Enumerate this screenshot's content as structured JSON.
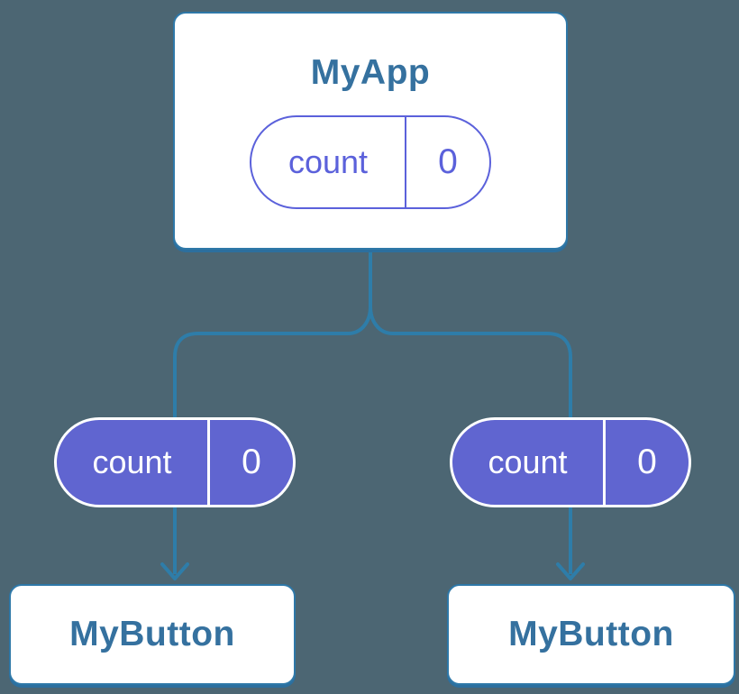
{
  "diagram": {
    "type": "component-tree",
    "description": "Parent component with lifted state passing count to two child buttons"
  },
  "colors": {
    "background": "#4C6673",
    "connector": "#2E7DA9",
    "card_fill": "#FFFFFF",
    "card_border": "#2E78A8",
    "card_text": "#35719F",
    "pill_solid_fill": "#6065D0",
    "pill_outline_stroke": "#5B61DB",
    "pill_solid_text": "#FFFFFF"
  },
  "tree": {
    "root": {
      "title": "MyApp",
      "state": {
        "label": "count",
        "value": "0"
      }
    },
    "children": [
      {
        "title": "MyButton",
        "state": {
          "label": "count",
          "value": "0"
        }
      },
      {
        "title": "MyButton",
        "state": {
          "label": "count",
          "value": "0"
        }
      }
    ]
  }
}
